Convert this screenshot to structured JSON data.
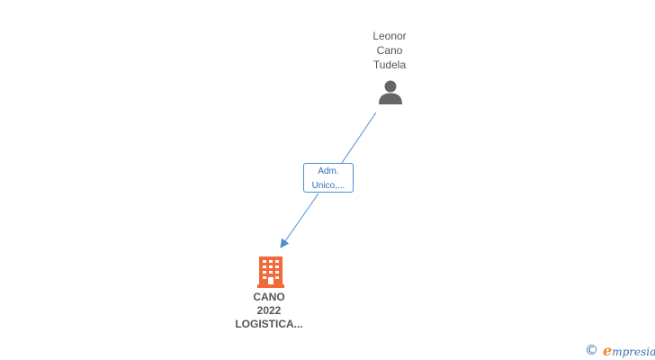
{
  "person": {
    "name_lines": [
      "Leonor",
      "Cano",
      "Tudela"
    ],
    "icon": "person-icon"
  },
  "relation": {
    "label_lines": [
      "Adm.",
      "Unico,..."
    ]
  },
  "company": {
    "name_lines": [
      "CANO",
      "2022",
      "LOGISTICA..."
    ],
    "icon": "building-icon"
  },
  "brand": {
    "copyright_symbol": "©",
    "initial": "e",
    "name_rest": "mpresia"
  },
  "colors": {
    "edge": "#4a8fd4",
    "person_icon": "#666666",
    "company_icon": "#f26a3a",
    "text": "#555555",
    "brand_blue": "#3a6fb0",
    "brand_orange": "#f08a1d"
  }
}
